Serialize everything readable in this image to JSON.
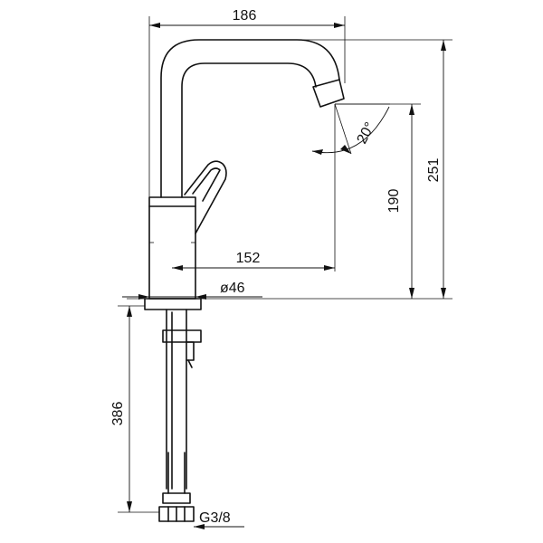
{
  "dimensions": {
    "width_top": "186",
    "height_total": "251",
    "height_spout": "190",
    "reach": "152",
    "angle": "20°",
    "diameter": "ø46",
    "pipe_length": "386",
    "thread": "G3/8"
  }
}
